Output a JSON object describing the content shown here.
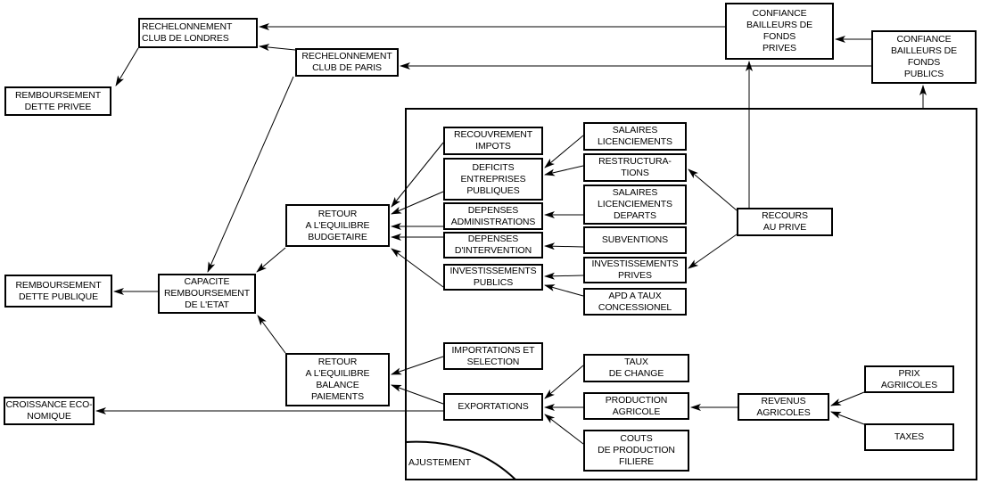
{
  "diagram": {
    "container_label": "AJUSTEMENT",
    "nodes": {
      "rech_londres": "RECHELONNEMENT\nCLUB DE LONDRES",
      "rech_paris": "RECHELONNEMENT\nCLUB DE PARIS",
      "remb_dette_privee": "REMBOURSEMENT\nDETTE PRIVEE",
      "confiance_prives": "CONFIANCE\nBAILLEURS DE\nFONDS\nPRIVES",
      "confiance_publics": "CONFIANCE\nBAILLEURS DE\nFONDS\nPUBLICS",
      "recouvrement_impots": "RECOUVREMENT\nIMPOTS",
      "deficits_entreprises": "DEFICITS\nENTREPRISES\nPUBLIQUES",
      "depenses_admin": "DEPENSES\nADMINISTRATIONS",
      "depenses_intervention": "DEPENSES\nD'INTERVENTION",
      "investissements_publics": "INVESTISSEMENTS\nPUBLICS",
      "salaires_licenciements": "SALAIRES\nLICENCIEMENTS",
      "restructurations": "RESTRUCTURA-\nTIONS",
      "salaires_licenciements_departs": "SALAIRES\nLICENCIEMENTS\nDEPARTS",
      "subventions": "SUBVENTIONS",
      "investissements_prives": "INVESTISSEMENTS\nPRIVES",
      "apd": "APD A TAUX\nCONCESSIONEL",
      "recours_prive": "RECOURS\nAU PRIVE",
      "retour_budget": "RETOUR\nA L'EQUILIBRE\nBUDGETAIRE",
      "capacite": "CAPACITE\nREMBOURSEMENT\nDE L'ETAT",
      "remb_dette_publique": "REMBOURSEMENT\nDETTE PUBLIQUE",
      "retour_balance": "RETOUR\nA L'EQUILIBRE\nBALANCE\nPAIEMENTS",
      "croissance": "CROISSANCE ECO-\nNOMIQUE",
      "importations": "IMPORTATIONS ET\nSELECTION",
      "exportations": "EXPORTATIONS",
      "taux_change": "TAUX\nDE CHANGE",
      "production_agricole": "PRODUCTION\nAGRICOLE",
      "couts_production": "COUTS\nDE PRODUCTION\nFILIERE",
      "revenus_agricoles": "REVENUS\nAGRICOLES",
      "prix_agricoles": "PRIX\nAGRIICOLES",
      "taxes": "TAXES"
    }
  }
}
